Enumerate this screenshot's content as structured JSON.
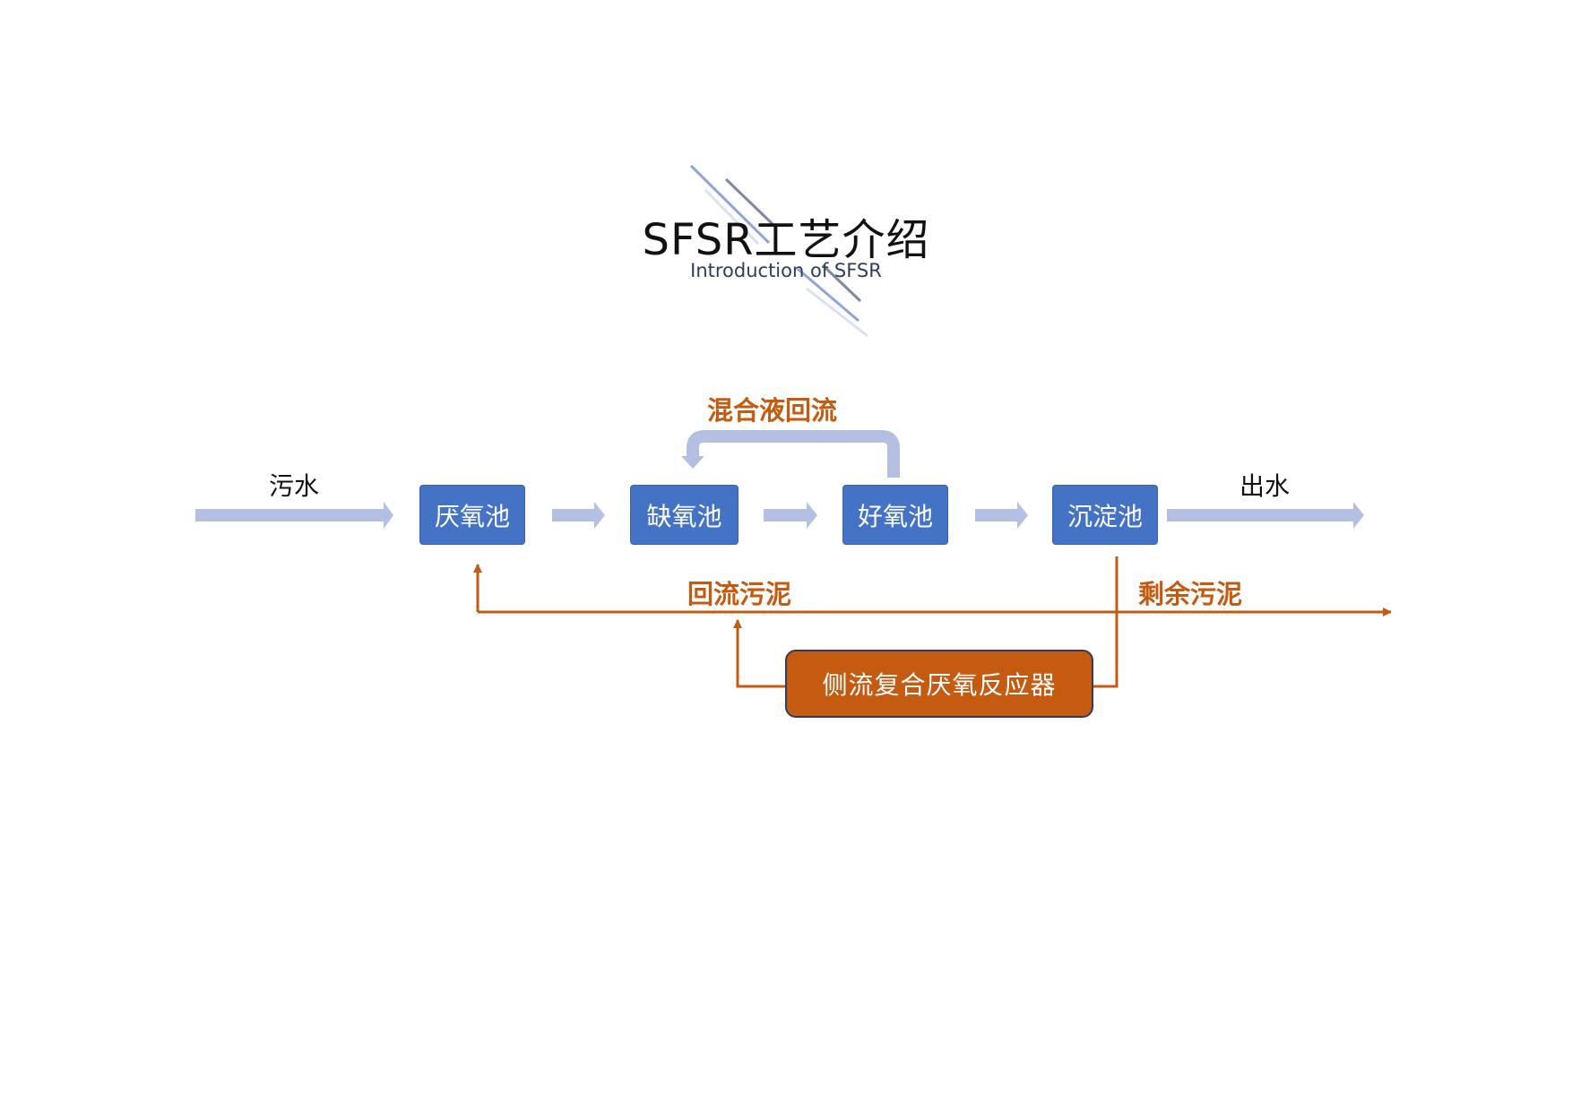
{
  "title": "SFSR工艺介绍",
  "subtitle": "Introduction of SFSR",
  "labels": {
    "inflow": "污水",
    "outflow": "出水",
    "mixed_liquor_return": "混合液回流",
    "return_sludge": "回流污泥",
    "excess_sludge": "剩余污泥"
  },
  "nodes": {
    "anaerobic": "厌氧池",
    "anoxic": "缺氧池",
    "aerobic": "好氧池",
    "sedimentation": "沉淀池",
    "side_reactor": "侧流复合厌氧反应器"
  },
  "colors": {
    "node_fill": "#4472c4",
    "flow_arrow": "#b4c0e2",
    "sludge_line": "#c55a11",
    "reactor_fill": "#c55a11",
    "title_text": "#111111",
    "subtitle_text": "#2f3d5c"
  }
}
